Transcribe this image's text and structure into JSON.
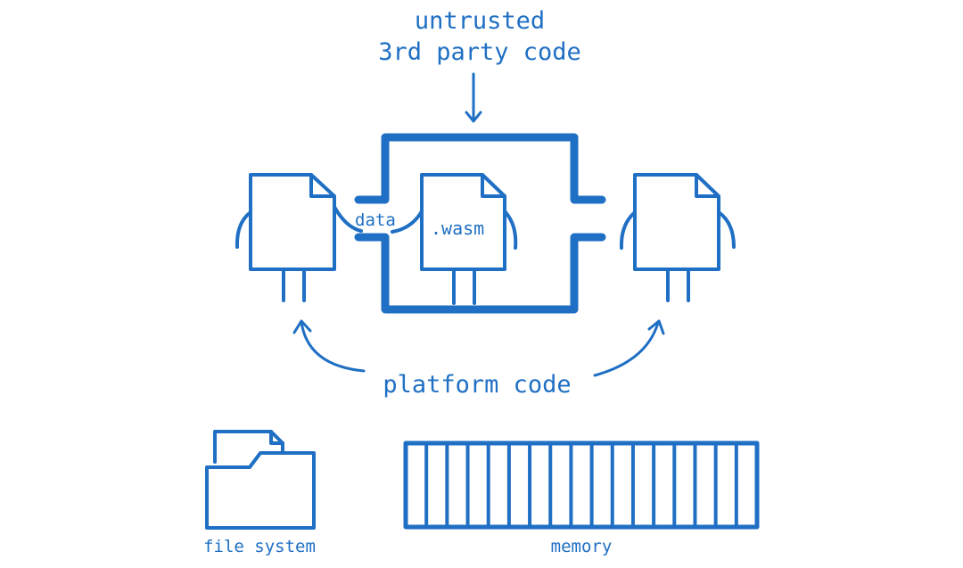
{
  "title_line1": "untrusted",
  "title_line2": "3rd party code",
  "data_label": "data",
  "wasm_label": ".wasm",
  "platform_label": "platform code",
  "file_system_label": "file system",
  "memory_label": "memory",
  "memory_cells": 17,
  "ink_color": "#1f6fc4",
  "icons": [
    "document-icon",
    "folder-icon",
    "memory-icon",
    "sandbox-box",
    "arrow-icon"
  ]
}
